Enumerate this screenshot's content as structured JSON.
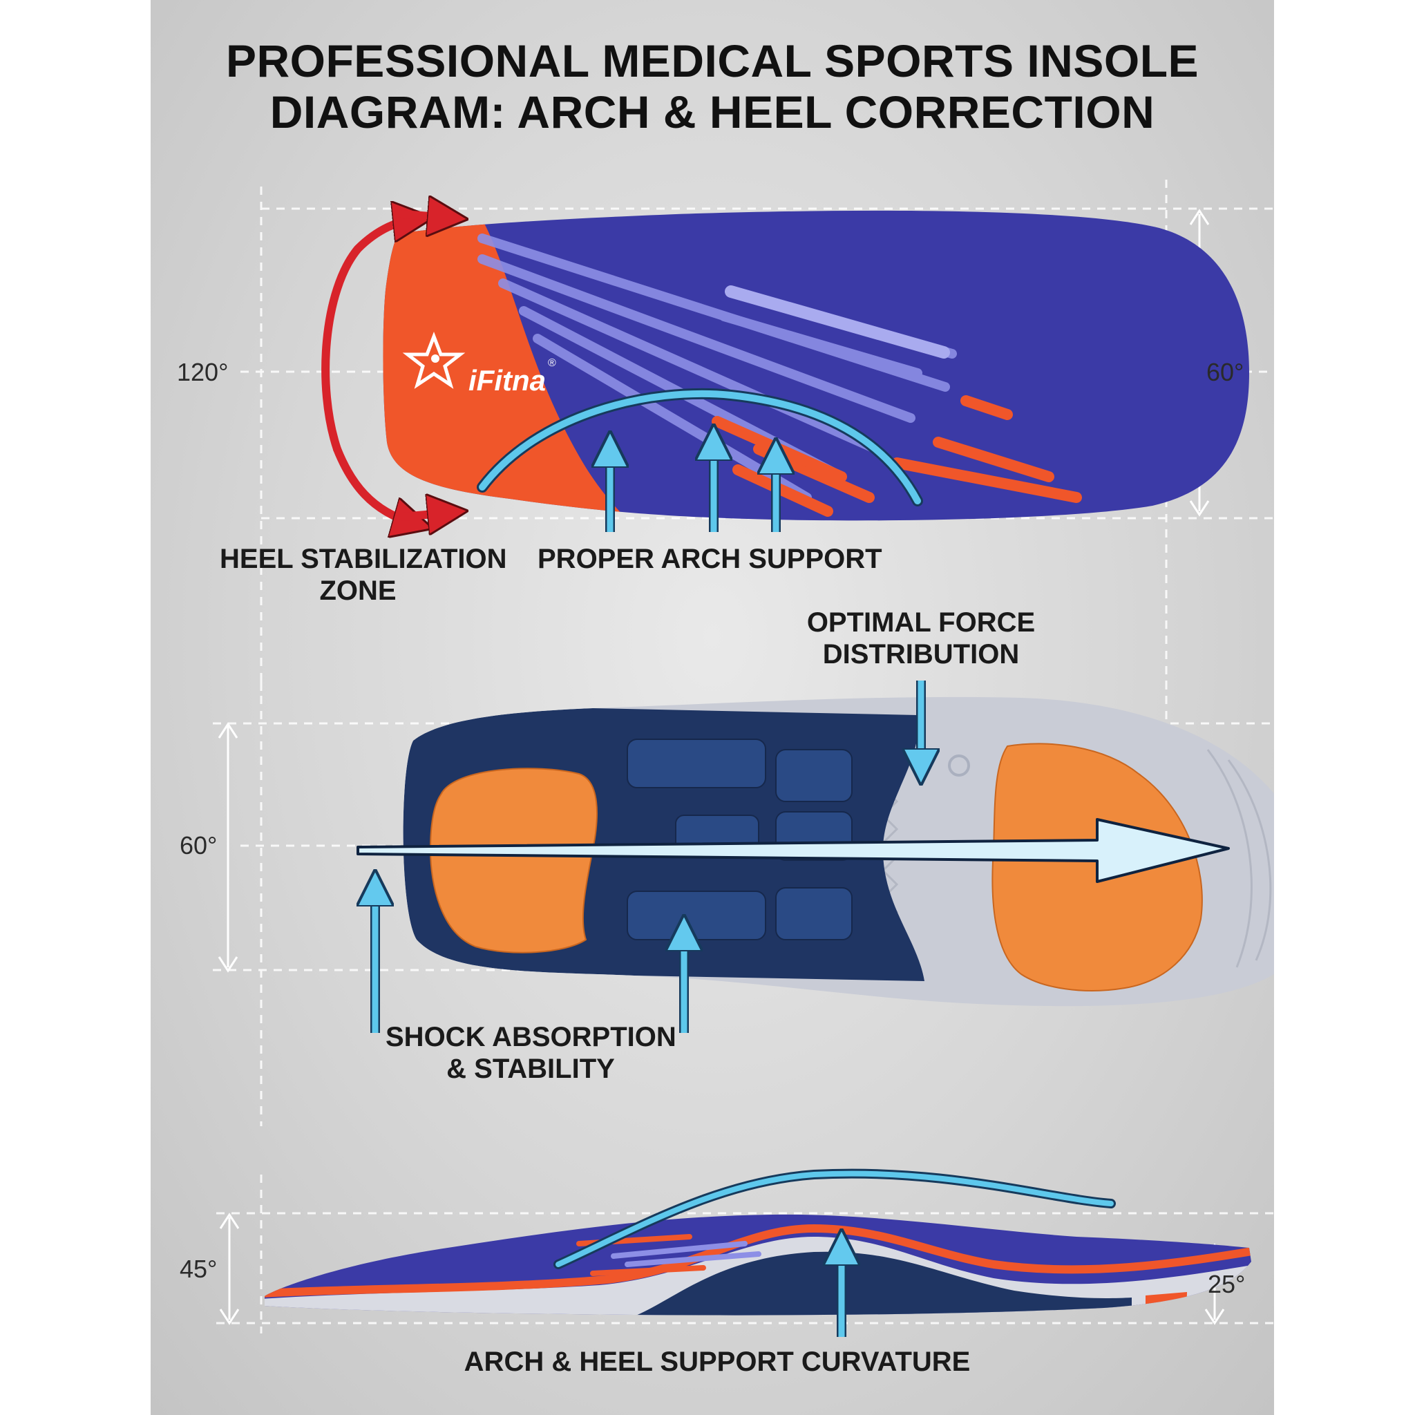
{
  "title": {
    "line1": "PROFESSIONAL MEDICAL SPORTS INSOLE",
    "line2": "DIAGRAM: ARCH & HEEL CORRECTION"
  },
  "brand": {
    "name": "iFitna",
    "mark": "®",
    "logo_icon": "runner-star-icon"
  },
  "top_view": {
    "angle_left": "120°",
    "angle_right": "60°",
    "label_heel_l1": "HEEL STABILIZATION",
    "label_heel_l2": "ZONE",
    "label_arch": "PROPER ARCH SUPPORT"
  },
  "bottom_view": {
    "label_force_l1": "OPTIMAL FORCE",
    "label_force_l2": "DISTRIBUTION",
    "angle_left": "60°",
    "label_shock_l1": "SHOCK ABSORPTION",
    "label_shock_l2": "& STABILITY"
  },
  "side_view": {
    "angle_left": "45°",
    "angle_right": "25°",
    "label_curvature": "ARCH & HEEL SUPPORT CURVATURE"
  },
  "colors": {
    "insole_blue": "#3b3aa6",
    "insole_orange": "#f0562a",
    "pad_orange": "#f08a3c",
    "navy": "#1f3563",
    "arrow_cyan": "#5ec8ec",
    "arrow_red": "#d8232a",
    "panel_gray": "#d6d6d6"
  }
}
